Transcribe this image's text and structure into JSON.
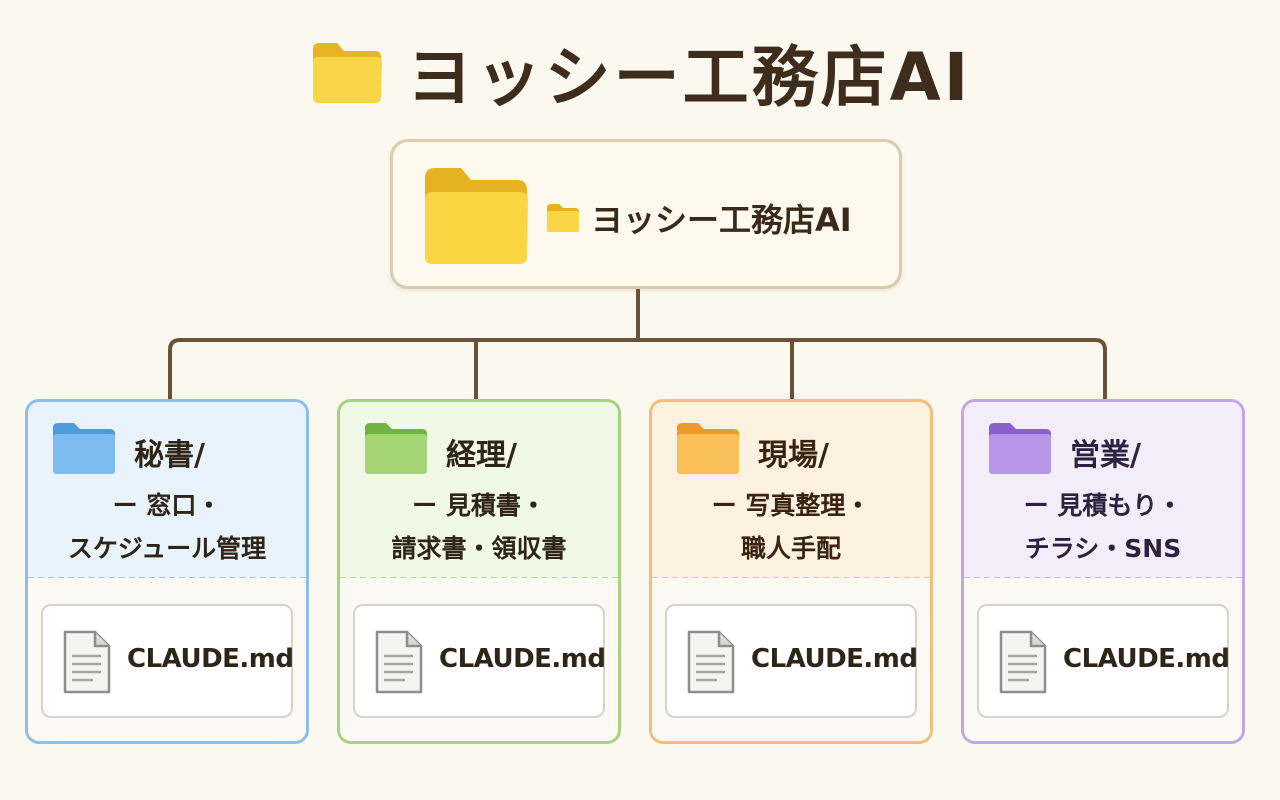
{
  "title": "ヨッシー工務店AI",
  "root": {
    "label": "ヨッシー工務店AI",
    "icon": "folder-icon"
  },
  "cards": [
    {
      "name": "秘書/",
      "desc_line1": "ー 窓口・",
      "desc_line2": "スケジュール管理",
      "file": "CLAUDE.md",
      "color": "#5aa6e6"
    },
    {
      "name": "経理/",
      "desc_line1": "ー 見積書・",
      "desc_line2": "請求書・領収書",
      "file": "CLAUDE.md",
      "color": "#7cc04c"
    },
    {
      "name": "現場/",
      "desc_line1": "ー 写真整理・",
      "desc_line2": "職人手配",
      "file": "CLAUDE.md",
      "color": "#f5a93c"
    },
    {
      "name": "営業/",
      "desc_line1": "ー 見積もり・",
      "desc_line2": "チラシ・SNS",
      "file": "CLAUDE.md",
      "color": "#9b73d6"
    }
  ],
  "colors": {
    "root_folder": "#f7cf3a",
    "connector": "#6b5236",
    "background": "#fbf8f0"
  }
}
